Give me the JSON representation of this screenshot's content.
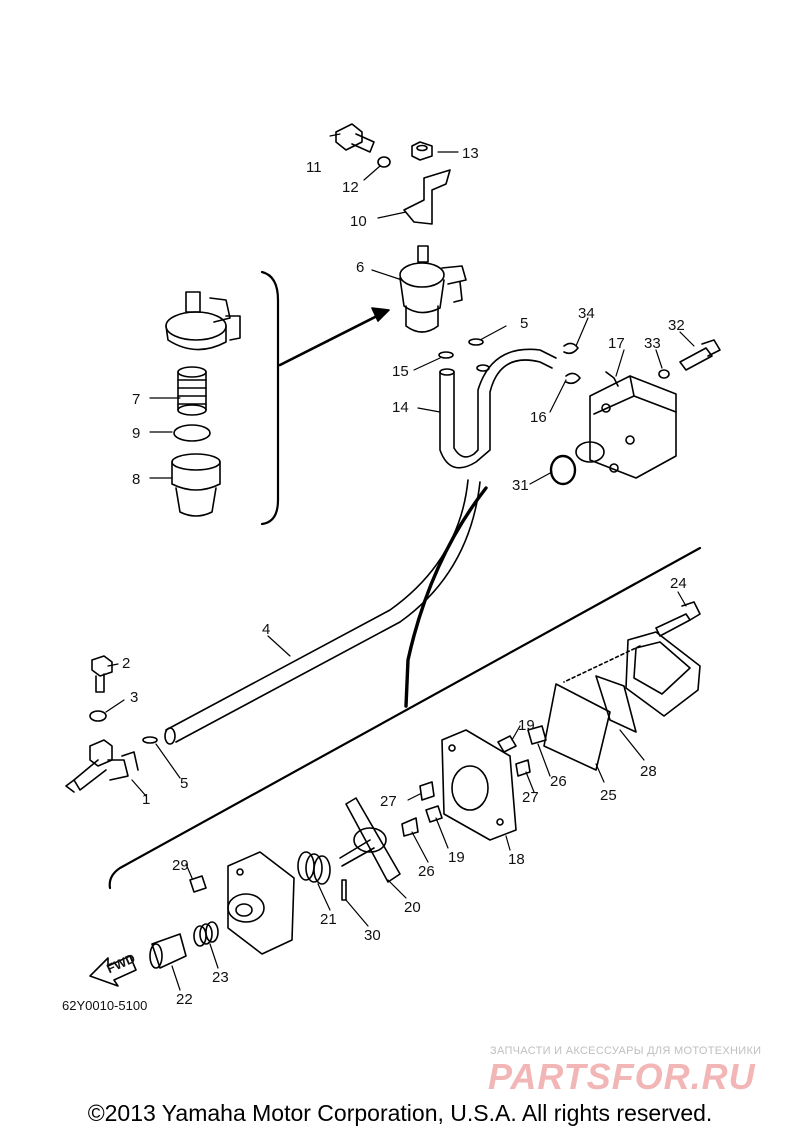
{
  "diagram": {
    "part_labels": [
      "1",
      "2",
      "3",
      "4",
      "5",
      "5",
      "6",
      "7",
      "8",
      "9",
      "10",
      "11",
      "12",
      "13",
      "14",
      "15",
      "16",
      "17",
      "18",
      "19",
      "19",
      "20",
      "21",
      "22",
      "23",
      "24",
      "25",
      "26",
      "26",
      "27",
      "27",
      "28",
      "29",
      "30",
      "31",
      "32",
      "33",
      "34"
    ],
    "fwd_label": "FWD",
    "diagram_code": "62Y0010-5100"
  },
  "watermark": {
    "tagline": "ЗАПЧАСТИ И АКСЕССУАРЫ ДЛЯ МОТОТЕХНИКИ",
    "brand": "PARTSFOR.RU"
  },
  "footer": {
    "copyright": "©2013 Yamaha Motor Corporation, U.S.A. All rights reserved."
  }
}
